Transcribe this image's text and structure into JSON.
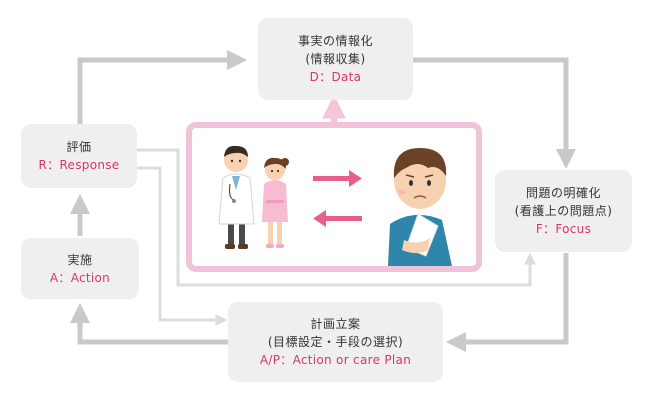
{
  "nodes": {
    "data": {
      "title": "事実の情報化",
      "subtitle": "(情報収集)",
      "label": "D：Data"
    },
    "focus": {
      "title": "問題の明確化",
      "subtitle": "(看護上の問題点)",
      "label": "F：Focus"
    },
    "plan": {
      "title": "計画立案",
      "subtitle": "(目標設定・手段の選択)",
      "label": "A/P：Action or care Plan"
    },
    "action": {
      "title": "実施",
      "label": "A：Action"
    },
    "response": {
      "title": "評価",
      "label": "R：Response"
    }
  },
  "colors": {
    "box": "#efefef",
    "accent": "#d8366c",
    "arrow_gray": "#c9c9c9",
    "arrow_light": "#dcdcdc",
    "panel_border": "#f1c3d8",
    "pink_arrow": "#e85f8e"
  },
  "illustration": {
    "icons": [
      "doctor-icon",
      "nurse-icon",
      "patient-icon",
      "arrow-right-icon",
      "arrow-left-icon"
    ]
  }
}
